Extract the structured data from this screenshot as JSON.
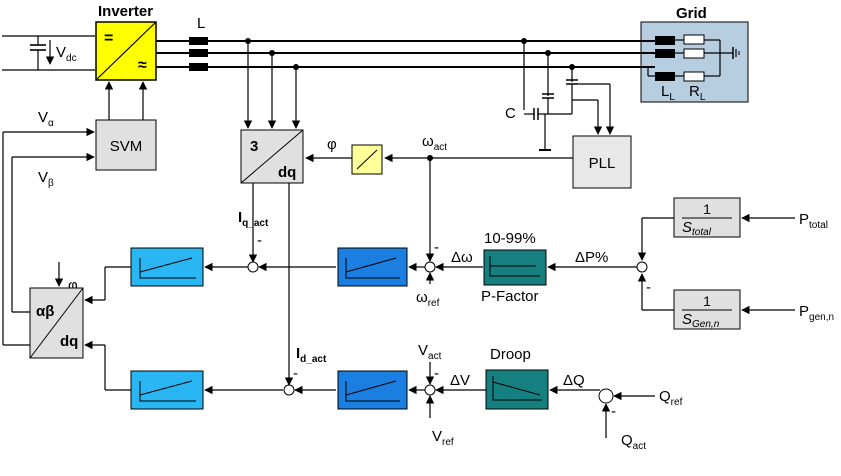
{
  "labels": {
    "inverter": "Inverter",
    "grid": "Grid",
    "l_main": "L",
    "vdc_main": "V",
    "vdc_sub": "dc",
    "ll_main": "L",
    "ll_sub": "L",
    "rl_main": "R",
    "rl_sub": "L",
    "c": "C",
    "svm": "SVM",
    "pll": "PLL",
    "dq3_top": "3",
    "dq3_bot": "dq",
    "ab_top": "αβ",
    "ab_bot": "dq",
    "v_alpha_main": "V",
    "v_alpha_sub": "α",
    "v_beta_main": "V",
    "v_beta_sub": "β",
    "phi_top": "φ",
    "phi_left": "φ",
    "omega_act_main": "ω",
    "omega_act_sub": "act",
    "omega_ref_main": "ω",
    "omega_ref_sub": "ref",
    "iq_main": "I",
    "iq_sub": "q_act",
    "id_main": "I",
    "id_sub": "d_act",
    "vact_main": "V",
    "vact_sub": "act",
    "vref_main": "V",
    "vref_sub": "ref",
    "delta_omega": "Δω",
    "delta_v": "ΔV",
    "delta_p": "ΔP%",
    "delta_q": "ΔQ",
    "pfactor_range": "10-99%",
    "pfactor": "P-Factor",
    "droop": "Droop",
    "ptotal_main": "P",
    "ptotal_sub": "total",
    "pgen_main": "P",
    "pgen_sub": "gen,n",
    "qref_main": "Q",
    "qref_sub": "ref",
    "qact_main": "Q",
    "qact_sub": "act",
    "frac1_num": "1",
    "frac1_den_main": "S",
    "frac1_den_sub": "total",
    "frac2_num": "1",
    "frac2_den_main": "S",
    "frac2_den_sub": "Gen,n",
    "inv_eq": "=",
    "inv_ac": "≈",
    "minus": "-"
  },
  "colors": {
    "inverter_fill": "#ffff00",
    "grid_fill": "#b7cde0",
    "gray_block": "#e0e0e0",
    "pll_block": "#e8e8e8",
    "phi_block": "#ffff99",
    "cyan_block": "#29b6f2",
    "blue_block": "#1a7fe0",
    "teal_block": "#168080",
    "wire": "#000000"
  }
}
